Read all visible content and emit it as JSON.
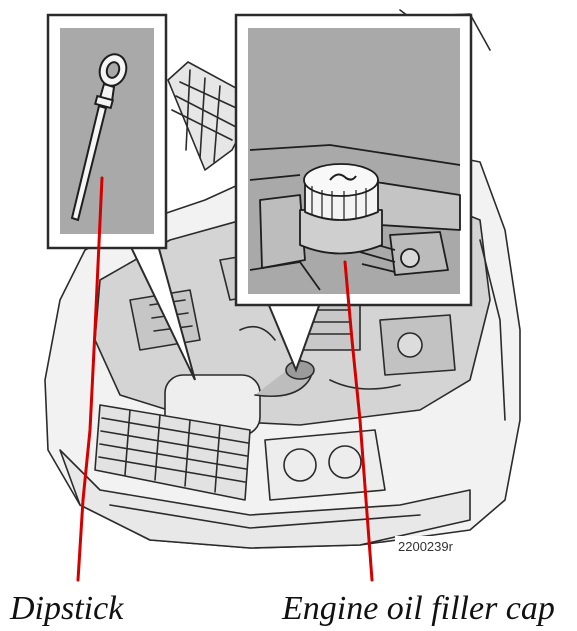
{
  "callouts": {
    "dipstick_label": "Dipstick",
    "filler_cap_label": "Engine oil filler cap"
  },
  "figure": {
    "code": "2200239r"
  },
  "colors": {
    "callout_line": "#d40000",
    "inset_background": "#a9a9a9",
    "line_art": "#2b2b2b"
  }
}
